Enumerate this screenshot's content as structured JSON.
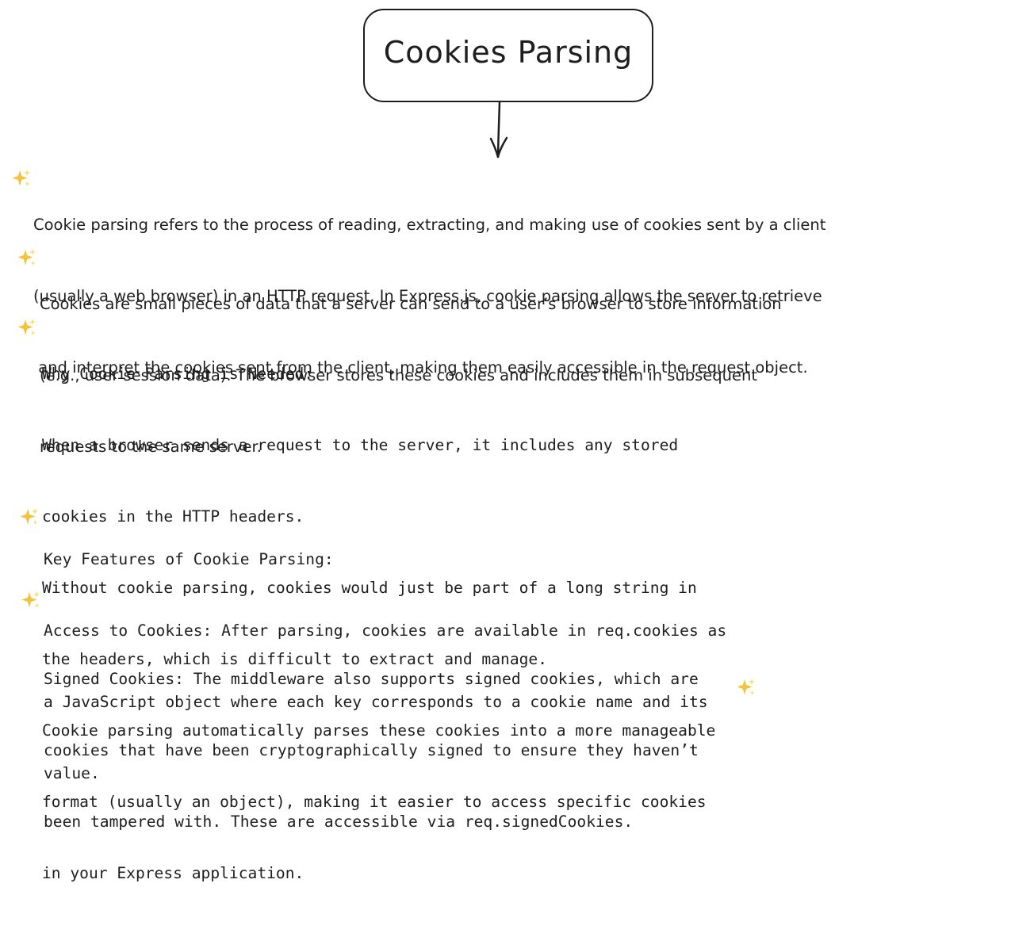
{
  "title": "Cookies Parsing",
  "colors": {
    "ink": "#1e1e1e",
    "sparkle": "#f5c33b",
    "sparkle_accent": "#f9dc6e"
  },
  "icons": {
    "sparkle": "sparkles-icon",
    "arrow": "arrow-down-icon"
  },
  "intro": {
    "lines": [
      "Cookie parsing refers to the process of reading, extracting, and making use of cookies sent by a client",
      "(usually a web browser) in an HTTP request. In Express.js, cookie parsing allows the server to retrieve",
      " and interpret the cookies sent from the client, making them easily accessible in the request object."
    ]
  },
  "cookies_def": {
    "lines": [
      "Cookies are small pieces of data that a server can send to a user’s browser to store information",
      "(e.g., user session data). The browser stores these cookies and includes them in subsequent",
      "requests to the same server."
    ]
  },
  "why": {
    "lines": [
      "Why Cookie Parsing is Needed:",
      "When a browser sends a request to the server, it includes any stored",
      "cookies in the HTTP headers.",
      "Without cookie parsing, cookies would just be part of a long string in",
      "the headers, which is difficult to extract and manage.",
      "Cookie parsing automatically parses these cookies into a more manageable",
      "format (usually an object), making it easier to access specific cookies",
      "in your Express application."
    ]
  },
  "features": {
    "lines": [
      "Key Features of Cookie Parsing:",
      "Access to Cookies: After parsing, cookies are available in req.cookies as",
      "a JavaScript object where each key corresponds to a cookie name and its",
      "value."
    ]
  },
  "signed": {
    "lines": [
      "Signed Cookies: The middleware also supports signed cookies, which are",
      "cookies that have been cryptographically signed to ensure they haven’t",
      "been tampered with. These are accessible via req.signedCookies."
    ]
  }
}
